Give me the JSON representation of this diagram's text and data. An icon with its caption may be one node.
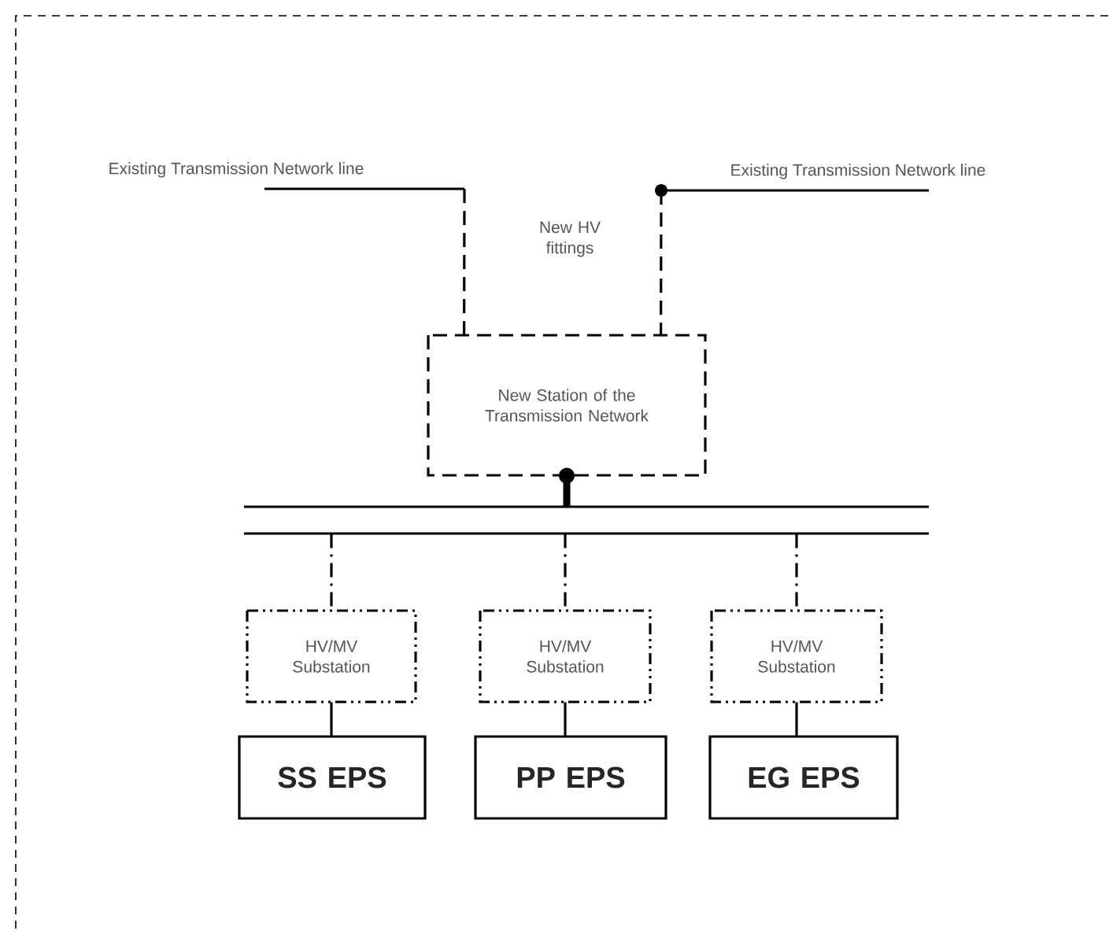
{
  "diagram": {
    "nodes": [
      {
        "text": [
          "Existing Transmission Network line"
        ]
      },
      {
        "text": [
          "Existing Transmission Network line"
        ]
      },
      {
        "text": [
          "New Station of the Transmission Network"
        ]
      },
      {
        "text": [],
        "shape": "bar"
      },
      {
        "text": [
          "HV/MV Substation"
        ]
      },
      {
        "text": [
          "HV/MV Substation"
        ]
      },
      {
        "text": [
          "HV/MV Substation"
        ]
      },
      {
        "text": [
          "SS EPS"
        ]
      },
      {
        "text": [
          "PP EPS"
        ]
      },
      {
        "text": [
          "EG EPS"
        ]
      }
    ],
    "edges": [
      {
        "from": 0,
        "to": 2,
        "arrow": "none",
        "style": "dashed"
      },
      {
        "from": 1,
        "to": 2,
        "arrow": "none",
        "style": "dashed"
      },
      {
        "from": 2,
        "to": 3,
        "arrow": "other",
        "style": "thick"
      },
      {
        "from": 3,
        "to": 4,
        "arrow": "none",
        "style": "dashed"
      },
      {
        "from": 3,
        "to": 5,
        "arrow": "none",
        "style": "dashed"
      },
      {
        "from": 3,
        "to": 6,
        "arrow": "none",
        "style": "dashed"
      },
      {
        "from": 4,
        "to": 7,
        "arrow": "none"
      },
      {
        "from": 5,
        "to": 8,
        "arrow": "none"
      },
      {
        "from": 6,
        "to": 9,
        "arrow": "none"
      }
    ],
    "labels": [
      "New HV fittings"
    ]
  }
}
